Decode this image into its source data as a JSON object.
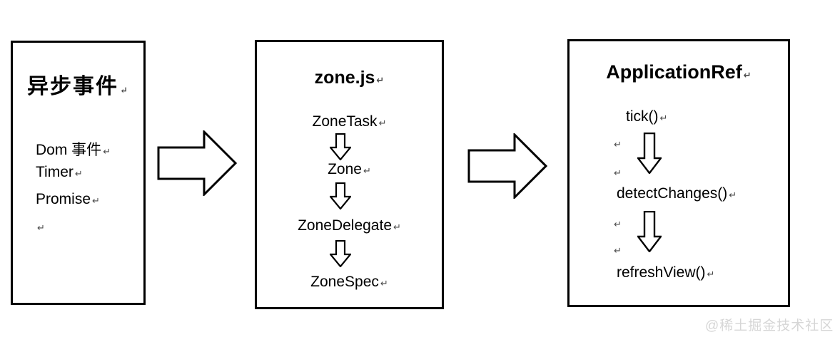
{
  "glyphs": {
    "return_mark": "↵"
  },
  "watermark": {
    "text": "@稀土掘金技术社区",
    "color": "#d6d6d6"
  },
  "colors": {
    "border": "#000000",
    "text": "#000000",
    "background": "#ffffff"
  },
  "boxes": {
    "async_events": {
      "title": "异步事件",
      "items": [
        "Dom 事件",
        "Timer",
        "Promise"
      ]
    },
    "zonejs": {
      "title": "zone.js",
      "flow": [
        "ZoneTask",
        "Zone",
        "ZoneDelegate",
        "ZoneSpec"
      ]
    },
    "application_ref": {
      "title": "ApplicationRef",
      "flow": [
        "tick()",
        "detectChanges()",
        "refreshView()"
      ]
    }
  }
}
